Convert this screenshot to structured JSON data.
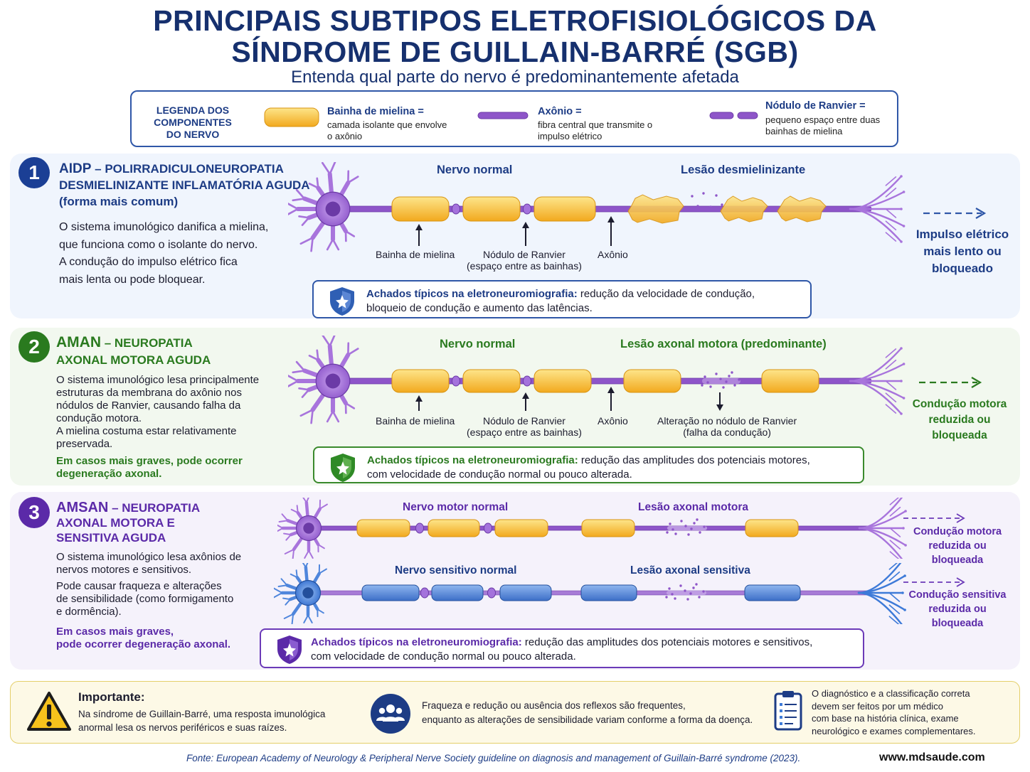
{
  "title": {
    "line1": "PRINCIPAIS SUBTIPOS ELETROFISIOLÓGICOS DA",
    "line2": "SÍNDROME DE GUILLAIN-BARRÉ (SGB)",
    "subtitle": "Entenda qual parte do nervo é predominantemente afetada"
  },
  "legend": {
    "title_l1": "LEGENDA DOS",
    "title_l2": "COMPONENTES",
    "title_l3": "DO NERVO",
    "myelin_name": "Bainha de mielina =",
    "myelin_desc1": "camada isolante que envolve",
    "myelin_desc2": "o axônio",
    "axon_name": "Axônio =",
    "axon_desc1": "fibra central que transmite o",
    "axon_desc2": "impulso elétrico",
    "node_name": "Nódulo de Ranvier =",
    "node_desc1": "pequeno espaço entre duas",
    "node_desc2": "bainhas de mielina"
  },
  "colors": {
    "navy": "#16306e",
    "blue": "#1d3c85",
    "green": "#2a7a1f",
    "purple": "#5b2aa8",
    "myelin": "#f7bf34",
    "axon": "#8e55c9",
    "sensory": "#3d7ad8"
  },
  "panel1": {
    "number": "1",
    "head_abbr": "AIDP",
    "head_dash": " – ",
    "head_l1": "POLIRRADICULONEUROPATIA",
    "head_l2": "DESMIELINIZANTE INFLAMATÓRIA AGUDA",
    "head_l3": "(forma mais comum)",
    "desc_l1": "O sistema imunológico danifica a mielina,",
    "desc_l2": "que funciona como o isolante do nervo.",
    "desc_l3": "A condução do impulso elétrico fica",
    "desc_l4": "mais lenta ou pode bloquear.",
    "normal_label": "Nervo normal",
    "lesion_label": "Lesão desmielinizante",
    "lbl_myelin": "Bainha de mielina",
    "lbl_node_l1": "Nódulo de Ranvier",
    "lbl_node_l2": "(espaço entre as bainhas)",
    "lbl_axon": "Axônio",
    "find_head": "Achados típicos na eletroneuromiografia:",
    "find_l1": " redução da velocidade de condução,",
    "find_l2": "bloqueio de condução e aumento das latências.",
    "side_l1": "Impulso elétrico",
    "side_l2": "mais lento ou",
    "side_l3": "bloqueado"
  },
  "panel2": {
    "number": "2",
    "head_abbr": "AMAN",
    "head_dash": " – ",
    "head_l1": "NEUROPATIA",
    "head_l2": "AXONAL MOTORA AGUDA",
    "desc_l1": "O sistema imunológico lesa principalmente",
    "desc_l2": "estruturas da membrana do axônio nos",
    "desc_l3": "nódulos de Ranvier, causando falha da",
    "desc_l4": "condução motora.",
    "desc_l5": "A mielina costuma estar relativamente",
    "desc_l6": "preservada.",
    "note_l1": "Em casos mais graves, pode ocorrer",
    "note_l2": "degeneração axonal.",
    "normal_label": "Nervo normal",
    "lesion_label": "Lesão axonal motora (predominante)",
    "lbl_myelin": "Bainha de mielina",
    "lbl_node_l1": "Nódulo de Ranvier",
    "lbl_node_l2": "(espaço entre as bainhas)",
    "lbl_axon": "Axônio",
    "lbl_alt_l1": "Alteração no nódulo de Ranvier",
    "lbl_alt_l2": "(falha da condução)",
    "find_head": "Achados típicos na eletroneuromiografia:",
    "find_l1": " redução das amplitudes dos potenciais motores,",
    "find_l2": "com velocidade de condução normal ou pouco alterada.",
    "side_l1": "Condução motora",
    "side_l2": "reduzida ou",
    "side_l3": "bloqueada"
  },
  "panel3": {
    "number": "3",
    "head_abbr": "AMSAN",
    "head_dash": " – ",
    "head_l1": "NEUROPATIA",
    "head_l2": "AXONAL MOTORA E",
    "head_l3": "SENSITIVA AGUDA",
    "desc_l1": "O sistema imunológico lesa axônios de",
    "desc_l2": "nervos motores e sensitivos.",
    "desc_l3": "Pode causar fraqueza e alterações",
    "desc_l4": "de sensibilidade (como formigamento",
    "desc_l5": "e dormência).",
    "note_l1": "Em casos mais graves,",
    "note_l2": "pode ocorrer degeneração axonal.",
    "motor_normal": "Nervo motor normal",
    "motor_lesion": "Lesão axonal motora",
    "sens_normal": "Nervo sensitivo normal",
    "sens_lesion": "Lesão axonal sensitiva",
    "find_head": "Achados típicos na eletroneuromiografia:",
    "find_l1": " redução das amplitudes dos potenciais motores e sensitivos,",
    "find_l2": "com velocidade de condução normal ou pouco alterada.",
    "side1_l1": "Condução motora",
    "side1_l2": "reduzida ou",
    "side1_l3": "bloqueada",
    "side2_l1": "Condução sensitiva",
    "side2_l2": "reduzida ou",
    "side2_l3": "bloqueada"
  },
  "important": {
    "heading": "Importante:",
    "text_l1": "Na síndrome de Guillain-Barré, uma resposta imunológica",
    "text_l2": "anormal lesa os nervos periféricos e suas raízes.",
    "mid_l1": "Fraqueza e redução ou ausência dos reflexos são frequentes,",
    "mid_l2": "enquanto as alterações de sensibilidade variam conforme a forma da doença.",
    "right_l1": "O diagnóstico e a classificação correta",
    "right_l2": "devem ser feitos por um médico",
    "right_l3": "com base na história clínica, exame",
    "right_l4": "neurológico e exames complementares."
  },
  "footer": {
    "source": "Fonte: European Academy of Neurology & Peripheral Nerve Society guideline on diagnosis and management of Guillain-Barré syndrome (2023).",
    "site": "www.mdsaude.com"
  },
  "icons": [
    "shield-star-icon",
    "warning-icon",
    "people-icon",
    "clipboard-icon",
    "arrow-right-icon"
  ]
}
